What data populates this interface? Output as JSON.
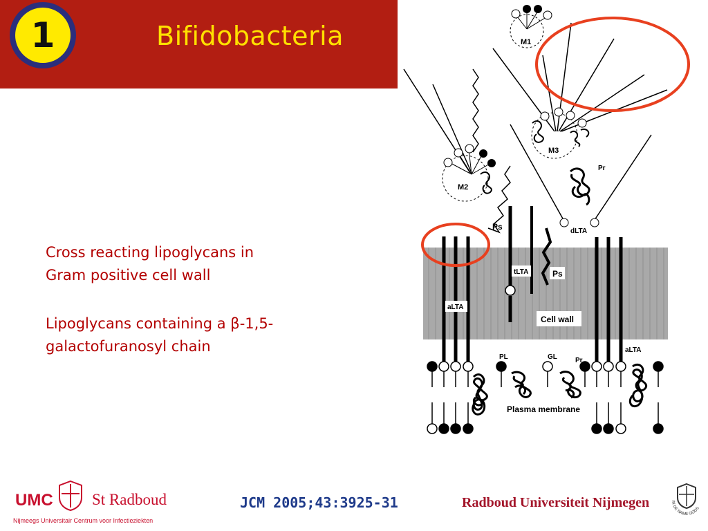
{
  "header": {
    "number": "1",
    "title": "Bifidobacteria"
  },
  "body": {
    "line1": "Cross reacting lipoglycans in",
    "line2": "Gram positive cell wall",
    "line3_pre": "Lipoglycans containing a ",
    "line3_symbol": "β",
    "line3_post": "-1,5-",
    "line4": "galactofuranosyl chain"
  },
  "diagram": {
    "labels": {
      "m1": "M1",
      "m2": "M2",
      "m3": "M3",
      "pr_top": "Pr",
      "dlta": "dLTA",
      "ps_upper": "Ps",
      "ps_wall": "Ps",
      "tlta": "tLTA",
      "alta_left": "aLTA",
      "cell_wall": "Cell wall",
      "pl": "PL",
      "gl": "GL",
      "pr_bottom": "Pr",
      "alta_right": "aLTA",
      "plasma_membrane": "Plasma membrane"
    },
    "highlight_color": "#e8401f",
    "wall_color": "#a9a9a9"
  },
  "footer": {
    "umc": "UMC",
    "radboud": "St Radboud",
    "subtitle": "Nijmeegs Universitair Centrum voor Infectieziekten",
    "reference": "JCM 2005;43:3925-31",
    "university": "Radboud Universiteit Nijmegen",
    "crest_text": "IN DE NAME GODS"
  }
}
